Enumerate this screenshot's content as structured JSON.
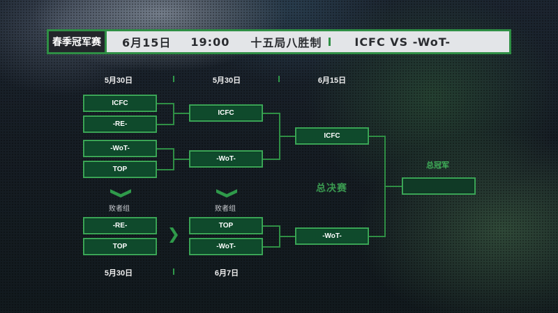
{
  "header": {
    "event": "春季冠军赛",
    "date": "6月15日",
    "time": "19:00",
    "format": "十五局八胜制",
    "matchup": "ICFC VS -WoT-"
  },
  "top_dates": [
    "5月30日",
    "5月30日",
    "6月15日"
  ],
  "bottom_dates": [
    "5月30日",
    "6月7日"
  ],
  "winners_round1": [
    "ICFC",
    "-RE-",
    "-WoT-",
    "TOP"
  ],
  "winners_round2": [
    "ICFC",
    "-WoT-"
  ],
  "finalist_upper": "ICFC",
  "losers_round1": [
    "-RE-",
    "TOP"
  ],
  "losers_round2": [
    "TOP",
    "-WoT-"
  ],
  "finalist_lower": "-WoT-",
  "labels": {
    "losers_bracket_1": "败者组",
    "losers_bracket_2": "败者组",
    "grand_final": "总决赛",
    "champion": "总冠军",
    "champion_value": ""
  },
  "colors": {
    "accent_green": "#2f8f45",
    "box_fill": "#0f4a2c",
    "box_border": "#3aa556",
    "header_bg": "#e3e5e8",
    "event_bg": "#23262b"
  }
}
